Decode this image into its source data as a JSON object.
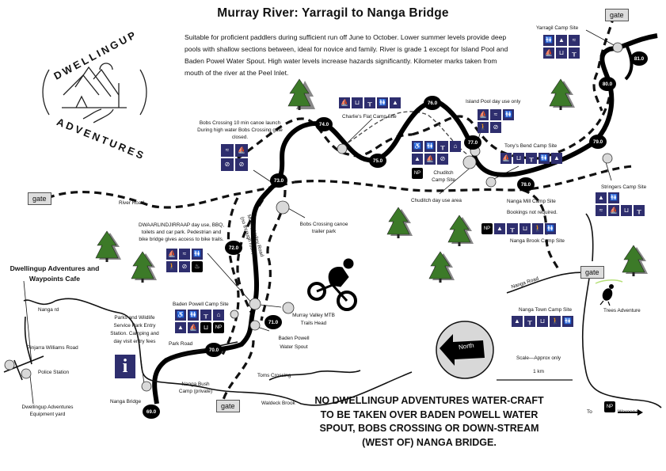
{
  "title": "Murray River: Yarragil to Nanga Bridge",
  "intro": "Suitable for proficient paddlers during sufficient run off June to October. Lower summer levels  provide deep pools with shallow sections between, ideal for novice and family. River is grade 1 except for Island Pool and Baden Powel Water Spout. High water levels increase hazards significantly.  Kilometer marks taken from mouth of the river at      the Peel Inlet.",
  "logo": {
    "top_text": "DWELLINGUP",
    "bottom_text": "ADVENTURES"
  },
  "gates": [
    {
      "id": "gate-yarragil",
      "label": "gate"
    },
    {
      "id": "gate-river-road",
      "label": "gate"
    },
    {
      "id": "gate-nanga-road",
      "label": "gate"
    },
    {
      "id": "gate-south",
      "label": "gate"
    }
  ],
  "km_marks": [
    "81.0",
    "80.0",
    "79.0",
    "78.0",
    "77.0",
    "76.0",
    "75.0",
    "74.0",
    "73.0",
    "72.0",
    "71.0",
    "70.0",
    "69.0"
  ],
  "roads": {
    "river_road": "River Road",
    "murray_valley_road": "Murray Valley Road",
    "murray_valley_road_note": "(no through road)",
    "nanga_road": "Nanga Road",
    "park_road": "Park Road",
    "nanga_rd": "Nanga rd",
    "pinjarra_williams_road": "Pinjarra Williams Road"
  },
  "sites": {
    "yarragil": {
      "name": "Yarragil Camp Site",
      "icons": [
        "toilets-icon",
        "tent-icon",
        "swimming-icon",
        "canoe-launch-icon",
        "fireplace-icon",
        "picnic-table-icon"
      ]
    },
    "charlies_flat": {
      "name": "Charlie's Flat Camp Site",
      "icons": [
        "canoe-launch-icon",
        "fireplace-icon",
        "picnic-table-icon",
        "toilets-icon",
        "tent-icon"
      ]
    },
    "island_pool": {
      "name": "Island Pool day use only",
      "icons": [
        "canoe-launch-icon",
        "swimming-icon",
        "toilets-icon",
        "walking-icon",
        "no-canoe-icon"
      ]
    },
    "tonys_bend": {
      "name": "Tony's Bend Camp Site",
      "icons": [
        "canoe-launch-icon",
        "fireplace-icon",
        "picnic-table-icon",
        "toilets-icon",
        "tent-icon"
      ]
    },
    "chuditch": {
      "name": "Chuditch Camp Site",
      "icons": [
        "accessible-icon",
        "toilets-icon",
        "picnic-table-icon",
        "bbq-shelter-icon",
        "tent-icon",
        "canoe-launch-icon",
        "no-canoe-icon"
      ],
      "np_badge": "NP"
    },
    "chuditch_day": {
      "name": "Chuditch day use area"
    },
    "bobs_crossing": {
      "name": "Bobs Crossing 10 min canoe launch During high water Bobs Crossing gate closed.",
      "icons": [
        "swimming-icon",
        "canoe-launch-icon",
        "no-fire-icon",
        "no-canoe-icon"
      ]
    },
    "bobs_trailer": {
      "name": "Bobs Crossing canoe trailer park"
    },
    "stringers": {
      "name": "Stringers Camp Site",
      "icons": [
        "tent-icon",
        "toilets-icon",
        "swimming-icon",
        "canoe-launch-icon",
        "fireplace-icon",
        "picnic-table-icon"
      ]
    },
    "nanga_mill": {
      "name": "Nanga Mill Camp Site",
      "note": "Bookings not required."
    },
    "nanga_brook": {
      "name": "Nanga Brook Camp Site",
      "icons": [
        "np-icon",
        "tent-icon",
        "picnic-table-icon",
        "fireplace-icon",
        "walking-icon",
        "toilets-icon"
      ]
    },
    "dwaarlindjirraap": {
      "name": "DWAARLINDJIRRAAP day use, BBQ, toilets and car park. Pedestrian and bike bridge gives access to bike trails.",
      "icons": [
        "canoe-launch-icon",
        "swimming-icon",
        "toilets-icon",
        "walking-icon",
        "no-canoe-icon",
        "bbq-icon"
      ]
    },
    "baden_powell": {
      "name": "Baden Powell Camp Site",
      "icons": [
        "accessible-icon",
        "toilets-icon",
        "picnic-table-icon",
        "bbq-shelter-icon",
        "tent-icon",
        "canoe-launch-icon",
        "fireplace-icon",
        "np-icon"
      ]
    },
    "baden_spout": {
      "name": "Baden Powell Water Spout"
    },
    "mtb": {
      "name": "Murray Valley MTB Trails Head"
    },
    "nanga_town": {
      "name": "Nanga Town Camp Site",
      "icons": [
        "tent-icon",
        "picnic-table-icon",
        "fireplace-icon",
        "walking-icon",
        "toilets-icon"
      ]
    },
    "trees_adventure": {
      "name": "Trees Adventure"
    },
    "parks_wildlife": {
      "name": "Parks and Wildlife Service Park Entry Station. Camping and day visit entry fees"
    },
    "nanga_bridge": {
      "name": "Nanga Bridge"
    },
    "nanga_bush": {
      "name": "Nanga Bush Camp (private)"
    },
    "toms_crossing": {
      "name": "Toms Crossing"
    },
    "waldeck_brook": {
      "name": "Waldeck Brook"
    },
    "dwellingup_cafe": {
      "name": "Dwellingup Adventures and Waypoints Cafe"
    },
    "police_station": {
      "name": "Police Station"
    },
    "equipment_yard": {
      "name": "Dwellingup  Adventures Equipment yard"
    },
    "to_waroona": {
      "to": "To",
      "place": "Waroona"
    }
  },
  "north_arrow": "North",
  "scale": {
    "label": "Scale—Approx only",
    "value": "1 km"
  },
  "warning": "NO DWELLINGUP ADVENTURES WATER-CRAFT TO BE TAKEN OVER BADEN POWELL WATER SPOUT, BOBS CROSSING OR DOWN-STREAM (WEST OF) NANGA BRIDGE.",
  "colors": {
    "icon_bg": "#2e2e6e",
    "tree": "#3c7a28",
    "gate_bg": "#dddddd",
    "marker": "#d9d9d9"
  }
}
